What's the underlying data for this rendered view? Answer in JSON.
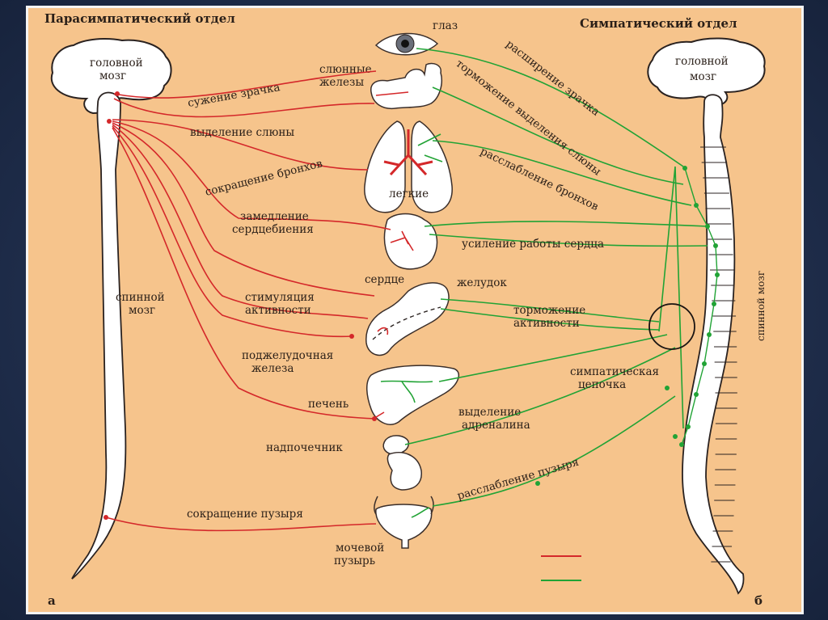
{
  "headers": {
    "parasympathetic": "Парасимпатический отдел",
    "sympathetic": "Симпатический отдел"
  },
  "left_cns": {
    "brain": [
      "головной",
      "мозг"
    ],
    "cord": [
      "спинной",
      "мозг"
    ]
  },
  "right_cns": {
    "brain": [
      "головной",
      "мозг"
    ],
    "cord": "спинной мозг"
  },
  "organs": {
    "eye": "глаз",
    "salivary": [
      "слюнные",
      "железы"
    ],
    "lungs": "легкие",
    "heart": "сердце",
    "stomach": "желудок",
    "pancreas": [
      "поджелудочная",
      "железа"
    ],
    "liver": "печень",
    "adrenal": "надпочечник",
    "bladder": [
      "мочевой",
      "пузырь"
    ]
  },
  "para_effects": {
    "pupil": "сужение зрачка",
    "saliva": "выделение слюны",
    "bronchi": "сокращение бронхов",
    "heart": [
      "замедление",
      "сердцебиения"
    ],
    "activity": [
      "стимуляция",
      "активности"
    ],
    "bladder": "сокращение пузыря"
  },
  "symp_effects": {
    "pupil": "расширение зрачка",
    "saliva": "торможение выделения слюны",
    "bronchi": "расслабление бронхов",
    "heart": "усиление работы сердца",
    "activity": [
      "торможение",
      "активности"
    ],
    "chain": [
      "симпатическая",
      "цепочка"
    ],
    "adrenaline": [
      "выделение",
      "адреналина"
    ],
    "bladder": "расслабление пузыря"
  },
  "panel_letters": {
    "left": "а",
    "right": "б"
  },
  "colors": {
    "parasympathetic": "#d4282a",
    "sympathetic": "#21a335",
    "background": "#f6c48c"
  }
}
